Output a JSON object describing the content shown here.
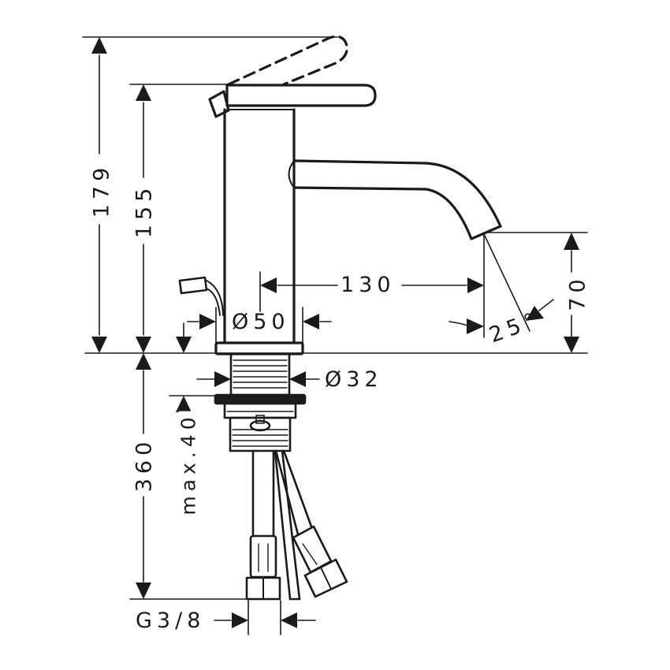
{
  "drawing": {
    "title": "Single-lever basin mixer technical dimension drawing",
    "line_color": "#1a1a1a",
    "background": "#ffffff",
    "dimensions": {
      "overall_height_lever_open": "179",
      "height_to_lever": "155",
      "spout_reach": "130",
      "spout_outlet_height": "70",
      "spout_angle": "25°",
      "body_diameter": "Ø50",
      "shank_diameter": "Ø32",
      "hose_length": "360",
      "max_counter_thickness": "max.40",
      "connection_thread": "G3/8"
    }
  }
}
